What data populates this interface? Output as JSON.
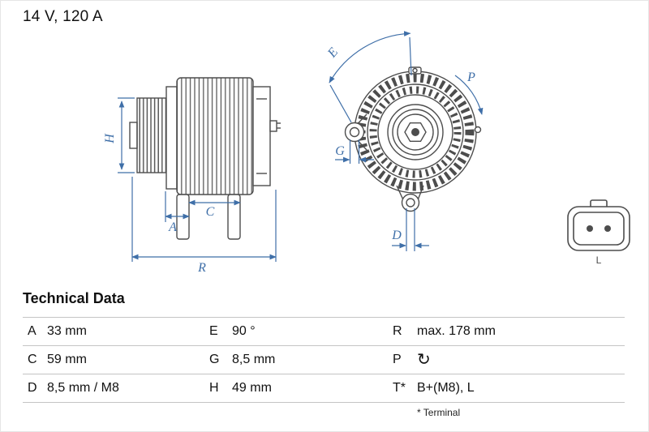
{
  "product": {
    "spec": "14 V, 120 A"
  },
  "diagram": {
    "dimension_color": "#3f6fa8",
    "line_color": "#4d4d4d",
    "dimension_labels": {
      "H": "H",
      "A": "A",
      "C": "C",
      "R": "R",
      "E": "E",
      "P": "P",
      "G": "G",
      "D": "D"
    },
    "connector": {
      "label": "L"
    }
  },
  "technical_data": {
    "title": "Technical Data",
    "rows": [
      [
        {
          "key": "A",
          "value": "33 mm"
        },
        {
          "key": "E",
          "value": "90 °"
        },
        {
          "key": "R",
          "value": "max. 178 mm"
        }
      ],
      [
        {
          "key": "C",
          "value": "59 mm"
        },
        {
          "key": "G",
          "value": "8,5 mm"
        },
        {
          "key": "P",
          "value": "↻"
        }
      ],
      [
        {
          "key": "D",
          "value": "8,5 mm / M8"
        },
        {
          "key": "H",
          "value": "49 mm"
        },
        {
          "key": "T*",
          "value": "B+(M8), L"
        }
      ]
    ],
    "footnote": "* Terminal"
  }
}
